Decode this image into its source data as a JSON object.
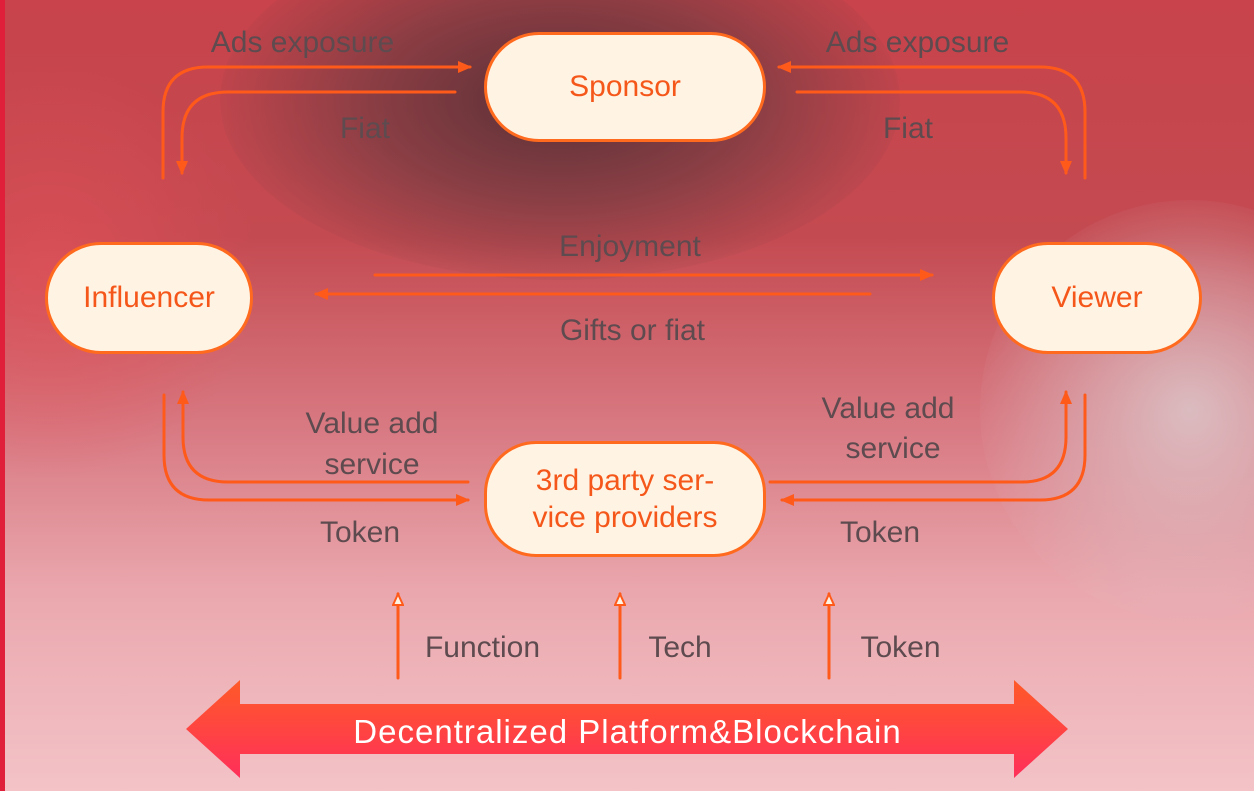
{
  "nodes": {
    "sponsor": "Sponsor",
    "influencer": "Influencer",
    "viewer": "Viewer",
    "providers_line1": "3rd party ser-",
    "providers_line2": "vice providers"
  },
  "flows": {
    "ads_exposure_left": "Ads exposure",
    "fiat_left": "Fiat",
    "ads_exposure_right": "Ads exposure",
    "fiat_right": "Fiat",
    "enjoyment": "Enjoyment",
    "gifts_or_fiat": "Gifts or fiat",
    "value_add_left_1": "Value add",
    "value_add_left_2": "service",
    "token_left": "Token",
    "value_add_right_1": "Value add",
    "value_add_right_2": "service",
    "token_right": "Token",
    "function": "Function",
    "tech": "Tech",
    "token_bottom": "Token"
  },
  "platform": {
    "label": "Decentralized Platform&Blockchain"
  },
  "colors": {
    "arrow": "#ff5a1a",
    "node_fill": "#fff3e3",
    "node_text": "#f5571a",
    "label_text": "#5e4b4f",
    "bar_start": "#ff3d5a",
    "bar_end": "#ff5a28"
  }
}
